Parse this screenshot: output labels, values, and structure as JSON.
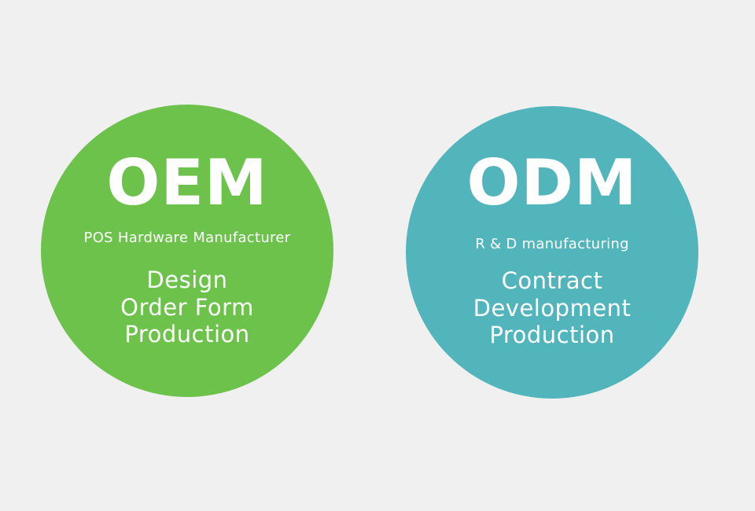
{
  "colors": {
    "background": "#f0f0f0",
    "oem": "#6cc24a",
    "odm": "#52b5bc",
    "text": "#ffffff"
  },
  "oem": {
    "title": "OEM",
    "subtitle": "POS Hardware Manufacturer",
    "items": [
      "Design",
      "Order Form",
      "Production"
    ]
  },
  "odm": {
    "title": "ODM",
    "subtitle": "R & D manufacturing",
    "items": [
      "Contract",
      "Development",
      "Production"
    ]
  }
}
